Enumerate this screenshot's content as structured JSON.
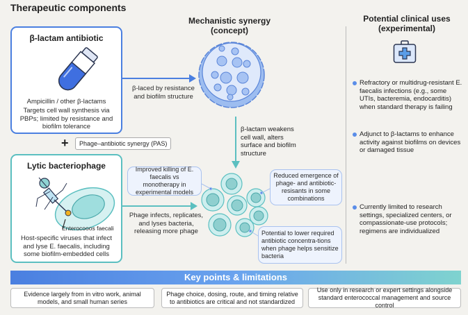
{
  "columns": {
    "left_title": "Therapeutic components",
    "middle_title_line1": "Mechanistic synergy",
    "middle_title_line2": "(concept)",
    "right_title_line1": "Potential clinical uses",
    "right_title_line2": "(experimental)"
  },
  "antibiotic": {
    "title": "β-lactam antibiotic",
    "subtitle": "Ampicillin / other β-lactams",
    "description": "Targets cell wall synthesis via PBPs; limited by resistance and biofilm tolerance",
    "arrow_label": "β-laced by resistance and biofilm structure",
    "color": "#4a7fe0"
  },
  "synergy_tag": {
    "plus": "+",
    "label": "Phage–antibiotic synergy (PAS)"
  },
  "phage": {
    "title": "Lytic bacteriophage",
    "host_label": "Enterocooos faecali",
    "description": "Host-specific viruses that infect and lyse E. faecalis, including some biofilm-embedded cells",
    "arrow_label": "Phage infects, replicates, and lyses bacteria, releasing more phage",
    "color": "#5bbfc0"
  },
  "mechanism": {
    "down_arrow_label": "β-lactam weakens cell wall, alters surface and biofilm structure",
    "callouts": [
      "Improved killing of E. faecalis vs monotherapy in experimental models",
      "Reduced emergence of phage- and antibiotic-resisants in some combinations",
      "Potential to lower required antibiotic concentra-tions when phage helps sensitize bacteria"
    ]
  },
  "clinical_uses": {
    "icon": "medical-kit-icon",
    "items": [
      "Refractory or multidrug-resistant E. faecalis infections (e.g., some UTIs, bacteremia, endocarditis) when standard therapy is failing",
      "Adjunct to β-lactams to enhance activity against biofilms on devices or damaged tissue",
      "Currently limited to research settings, specialized centers, or compassionate-use protocols; regimens are individualized"
    ]
  },
  "key_points": {
    "title": "Key points & limitations",
    "items": [
      "Evidence largely from in vitro work, animal models, and small human series",
      "Phage choice, dosing, route, and timing relative to antibiotics are critical and not standardized",
      "Use only in research or expert settings alongside standard enterococcal management and source control"
    ]
  }
}
